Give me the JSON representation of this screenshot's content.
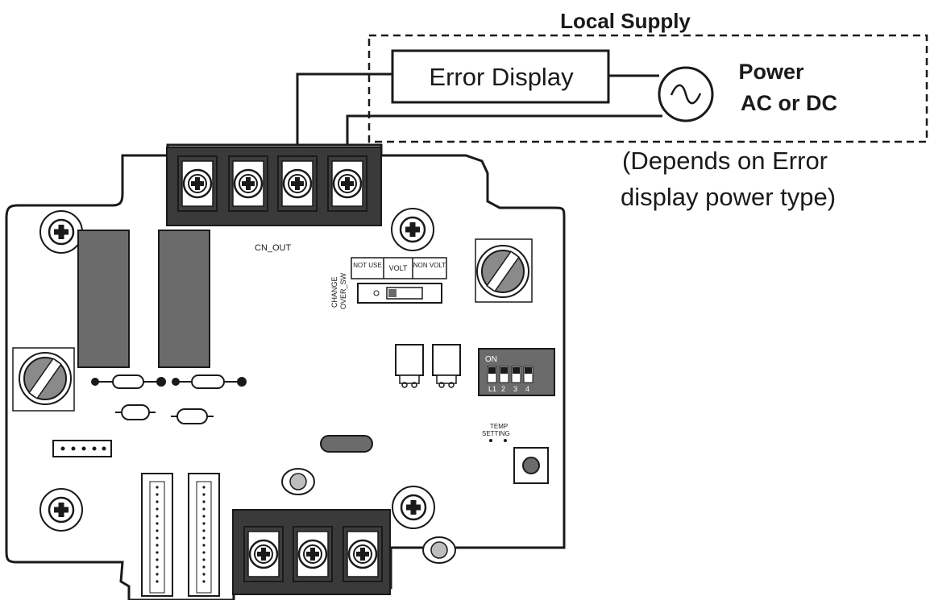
{
  "local_supply_label": "Local Supply",
  "error_display_label": "Error Display",
  "power_label_line1": "Power",
  "power_label_line2": "AC or DC",
  "note_line1": "(Depends on Error",
  "note_line2": "display power type)",
  "board": {
    "cn_out_label": "CN_OUT",
    "changeover_line1": "CHANGE",
    "changeover_line2": "OVER_SW",
    "switch_labels": [
      "NOT USE",
      "VOLT",
      "NON VOLT"
    ],
    "dip_on_label": "ON",
    "dip_numbers": [
      "L1",
      "2",
      "3",
      "4"
    ],
    "temp_line1": "TEMP",
    "temp_line2": "SETTING"
  },
  "colors": {
    "line": "#1a1a1a",
    "relay_fill": "#6f6f6f",
    "terminal_fill": "#4a4a4a",
    "board_fill": "#ffffff"
  },
  "icons": {
    "power_source": "ac-sine-icon",
    "screw": "phillips-screw-icon"
  }
}
